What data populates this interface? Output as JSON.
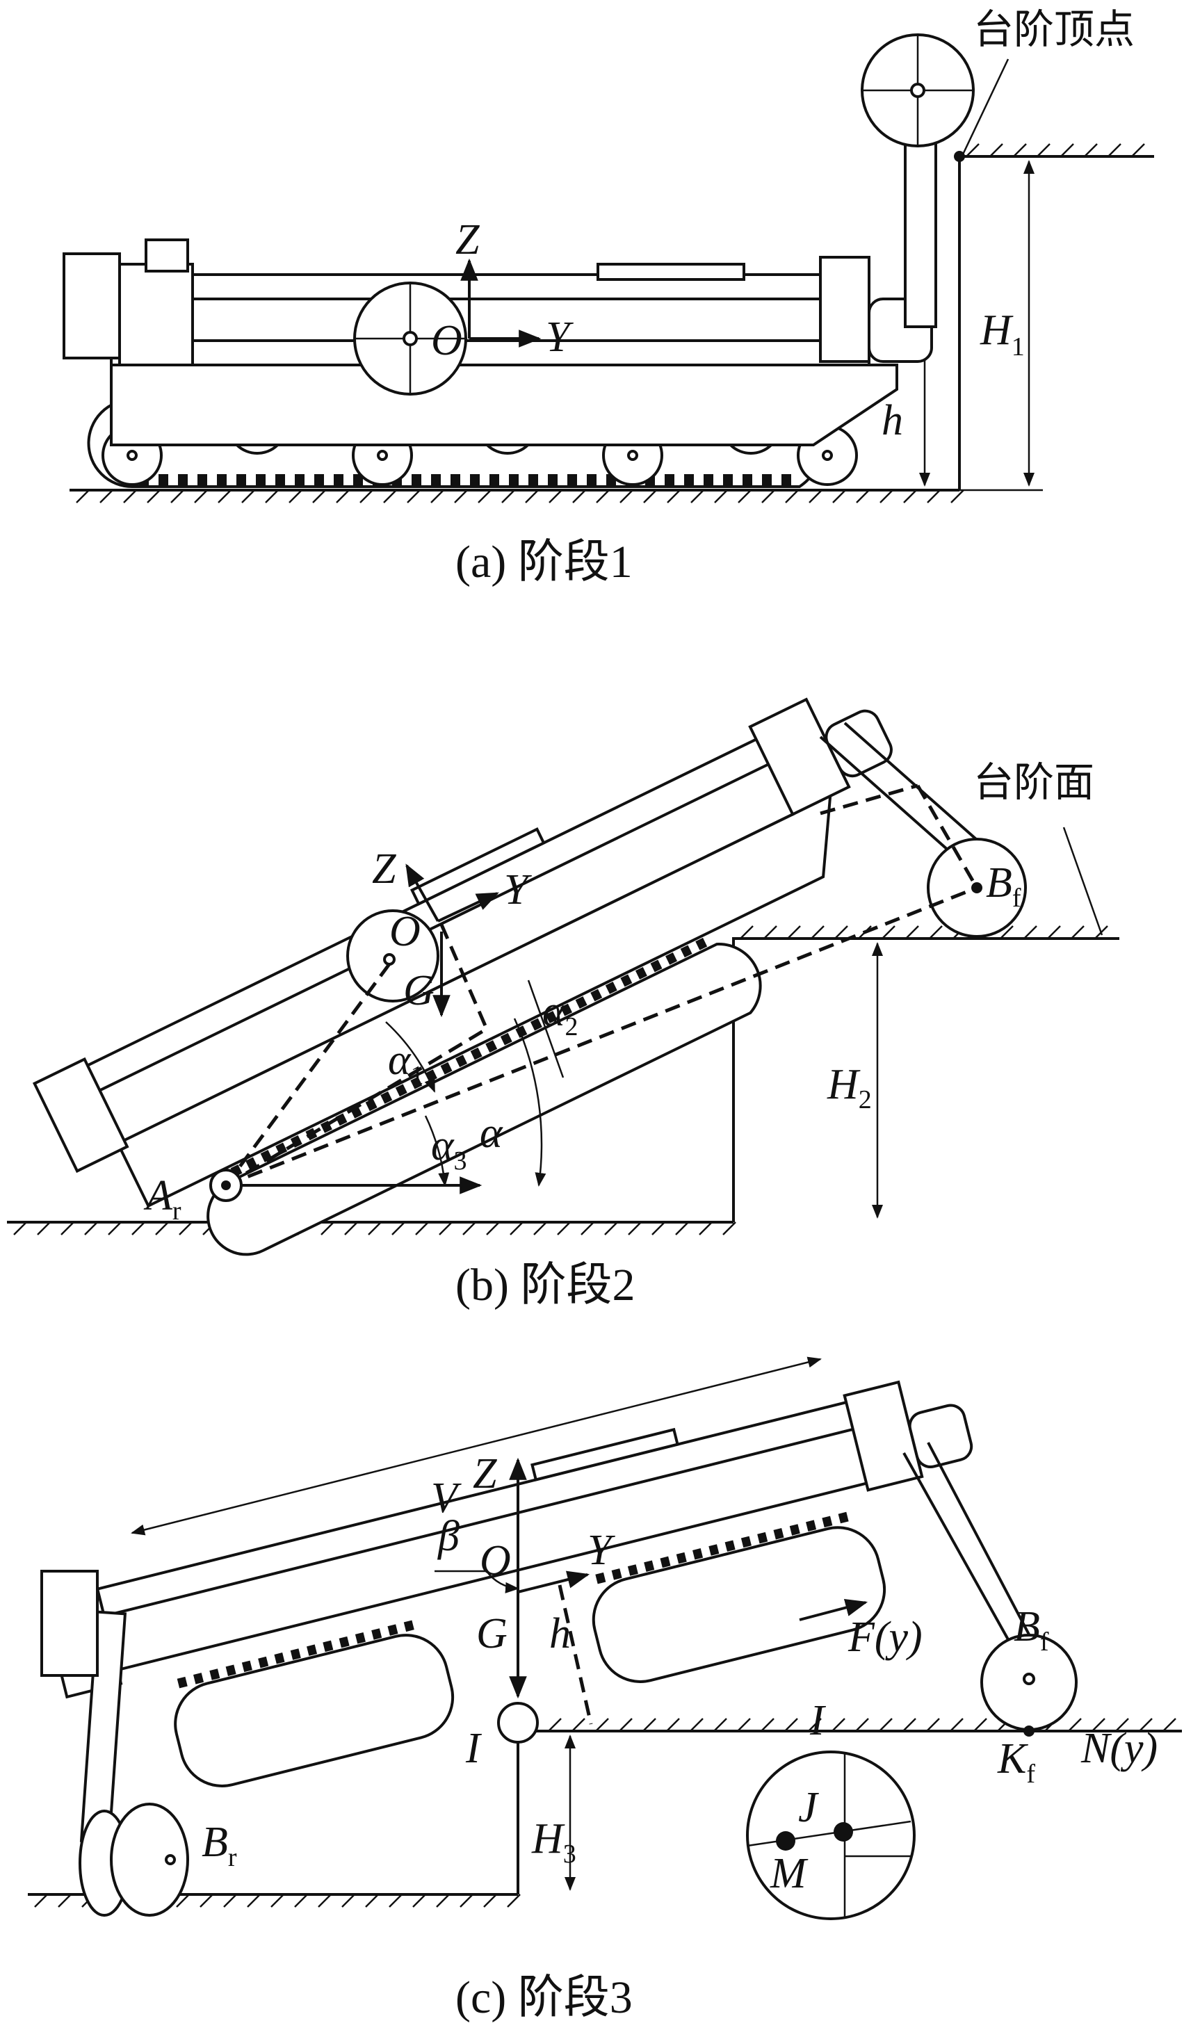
{
  "panels": {
    "a": {
      "caption": "(a)  阶段1",
      "labels": {
        "step_vertex": "台阶顶点",
        "z": "Z",
        "y": "Y",
        "o": "O",
        "h": "h",
        "H1": "H",
        "H1_sub": "1"
      }
    },
    "b": {
      "caption": "(b)  阶段2",
      "labels": {
        "step_face": "台阶面",
        "z": "Z",
        "y": "Y",
        "o": "O",
        "g": "G",
        "alpha1": "α",
        "alpha1_sub": "1",
        "alpha2": "α",
        "alpha2_sub": "2",
        "alpha3": "α",
        "alpha3_sub": "3",
        "alpha": "α",
        "Ar": "A",
        "Ar_sub": "r",
        "Bf": "B",
        "Bf_sub": "f",
        "H2": "H",
        "H2_sub": "2"
      }
    },
    "c": {
      "caption": "(c)  阶段3",
      "labels": {
        "v": "V",
        "z": "Z",
        "y": "Y",
        "o": "O",
        "g": "G",
        "beta": "β",
        "h": "h",
        "i": "I",
        "i_detail": "I",
        "F": "F(y)",
        "N": "N(y)",
        "Bf": "B",
        "Bf_sub": "f",
        "Kf": "K",
        "Kf_sub": "f",
        "Br": "B",
        "Br_sub": "r",
        "H3": "H",
        "H3_sub": "3",
        "J": "J",
        "M": "M"
      }
    }
  }
}
